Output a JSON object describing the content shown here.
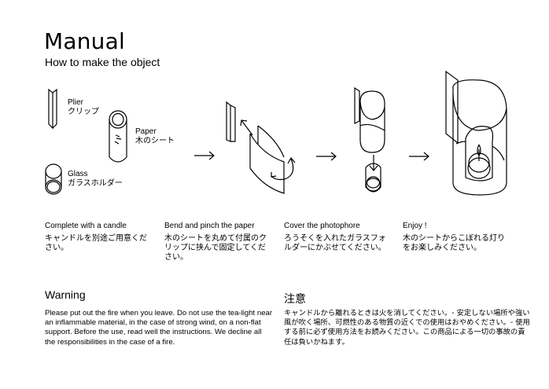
{
  "header": {
    "title": "Manual",
    "subtitle": "How to make the object"
  },
  "parts": [
    {
      "en": "Plier",
      "jp": "クリップ"
    },
    {
      "en": "Paper",
      "jp": "木のシート"
    },
    {
      "en": "Glass",
      "jp": "ガラスホルダー"
    }
  ],
  "steps": [
    {
      "en": "Complete with a candle",
      "jp": "キャンドルを別途ご用意ください。"
    },
    {
      "en": "Bend and pinch the paper",
      "jp": "木のシートを丸めて付属のクリップに挟んで固定してください。"
    },
    {
      "en": "Cover the photophore",
      "jp": "ろうそくを入れたガラスフォルダーにかぶせてください。"
    },
    {
      "en": "Enjoy !",
      "jp": "木のシートからこぼれる灯りをお楽しみください。"
    }
  ],
  "warning": {
    "en_title": "Warning",
    "en_body": "Please put out the fire when you leave. Do not use the tea-light near an inflammable material, in the case of strong wind, on a non-flat support. Before the use, read well the instructions. We decline all the responsibilities in the case of a fire.",
    "jp_title": "注意",
    "jp_body": "キャンドルから離れるときは火を消してください。- 安定しない場所や強い風が吹く場所、可燃性のある物質の近くでの使用はおやめください。- 使用する前に必ず使用方法をお読みください。この商品による一切の事故の責任は負いかねます。"
  },
  "icons": [
    "plier-icon",
    "paper-roll-icon",
    "glass-holder-icon",
    "arrow-right-icon",
    "bend-paper-icon",
    "cover-photophore-icon",
    "finished-lamp-icon"
  ]
}
